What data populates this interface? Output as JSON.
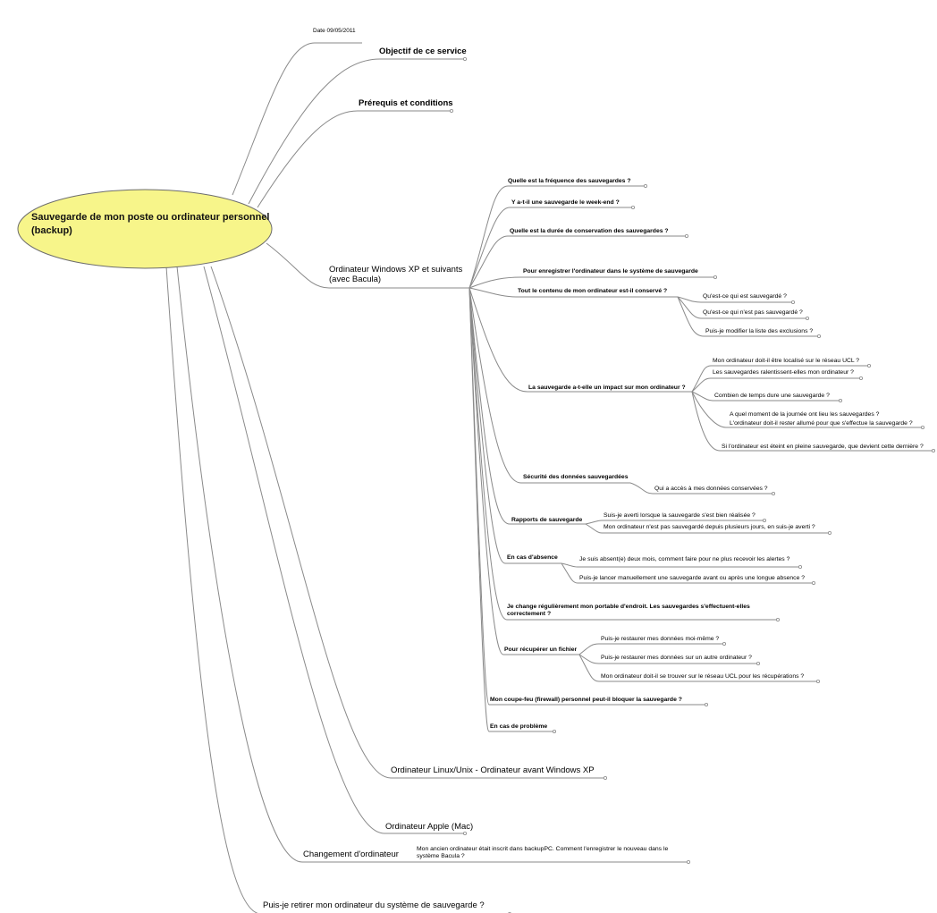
{
  "root": {
    "title": "Sauvegarde de mon poste ou ordinateur personnel (backup)"
  },
  "date_label": "Date 09/05/2011",
  "branches": {
    "objectif": "Objectif de ce service",
    "prerequis": "Prérequis et conditions",
    "windows": "Ordinateur Windows XP et suivants (avec Bacula)",
    "linux": "Ordinateur Linux/Unix - Ordinateur avant Windows XP",
    "apple": "Ordinateur Apple (Mac)",
    "changement": "Changement d'ordinateur",
    "retirer": "Puis-je retirer mon ordinateur du système de sauvegarde ?"
  },
  "windows_children": {
    "frequence": "Quelle est la fréquence des sauvegardes ?",
    "weekend": "Y a-t-il une sauvegarde le week-end ?",
    "duree": "Quelle est la durée de conservation des sauvegardes ?",
    "enregistrer": "Pour enregistrer l'ordinateur dans le système de sauvegarde",
    "contenu": "Tout le contenu de mon ordinateur est-il conservé ?",
    "impact": "La sauvegarde a-t-elle un impact sur mon ordinateur ?",
    "securite": "Sécurité des données sauvegardées",
    "rapports": "Rapports de sauvegarde",
    "absence": "En cas d'absence",
    "portable": "Je change régulièrement mon portable d'endroit. Les sauvegardes s'effectuent-elles correctement ?",
    "recuperer": "Pour récupérer un fichier",
    "firewall": "Mon coupe-feu (firewall) personnel peut-il bloquer la sauvegarde ?",
    "probleme": "En cas de problème"
  },
  "contenu_children": {
    "sauvegarde": "Qu'est-ce qui est sauvegardé ?",
    "pas_sauvegarde": "Qu'est-ce qui n'est pas sauvegardé ?",
    "exclusions": "Puis-je modifier la liste des exclusions ?"
  },
  "impact_children": {
    "reseau": "Mon ordinateur doit-il être localisé sur le réseau UCL ?",
    "ralentissent": "Les sauvegardes ralentissent-elles mon ordinateur ?",
    "temps": "Combien de temps dure une sauvegarde ?",
    "moment": "A quel moment de la journée ont lieu les sauvegardes ?",
    "allume": "L'ordinateur doit-il rester allumé pour que s'effectue la sauvegarde ?",
    "eteint": "Si l'ordinateur est éteint en pleine sauvegarde, que devient cette dernière ?"
  },
  "securite_children": {
    "acces": "Qui a accès à mes données conservées ?"
  },
  "rapports_children": {
    "averti": "Suis-je averti lorsque la sauvegarde s'est bien réalisée ?",
    "pas_sauve": "Mon ordinateur n'est pas sauvegardé depuis plusieurs jours, en suis-je averti ?"
  },
  "absence_children": {
    "absent": "Je suis absent(e) deux mois, comment faire pour ne plus recevoir les alertes ?",
    "manuel": "Puis-je lancer manuellement une sauvegarde avant ou après une longue absence ?"
  },
  "recuperer_children": {
    "moi_meme": "Puis-je restaurer mes données moi-même ?",
    "autre": "Puis-je restaurer mes données sur un autre ordinateur ?",
    "reseau_recup": "Mon ordinateur doit-il se trouver sur le réseau UCL pour les récupérations ?"
  },
  "changement_children": {
    "backuppc": "Mon ancien ordinateur était inscrit dans backupPC. Comment l'enregistrer le nouveau dans le système Bacula ?"
  },
  "colors": {
    "root_fill": "#f7f58a",
    "root_stroke": "#6d6d6d",
    "line": "#8a8a8a"
  }
}
